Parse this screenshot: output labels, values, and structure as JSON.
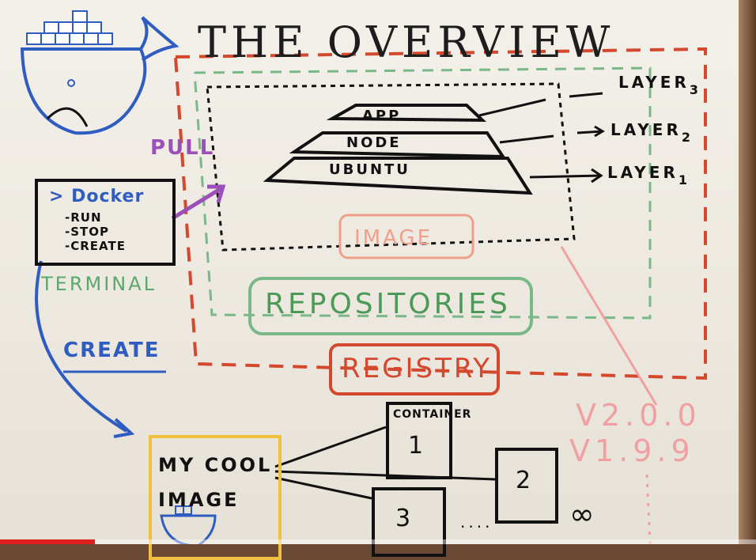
{
  "title": "THE OVERVIEW",
  "labels": {
    "pull": "PULL",
    "terminal": "TERMINAL",
    "create": "CREATE",
    "image": "IMAGE",
    "repositories": "REPOSITORIES",
    "registry": "REGISTRY"
  },
  "terminal_box": {
    "title": "> Docker",
    "commands": [
      "-RUN",
      "-STOP",
      "-CREATE"
    ]
  },
  "image_stack": [
    "APP",
    "NODE",
    "UBUNTU"
  ],
  "layers": [
    {
      "label": "LAYER",
      "sub": "3"
    },
    {
      "label": "LAYER",
      "sub": "2"
    },
    {
      "label": "LAYER",
      "sub": "1"
    }
  ],
  "versions": [
    "V2.0.0",
    "V1.9.9"
  ],
  "my_image": {
    "line1": "MY COOL",
    "line2": "IMAGE"
  },
  "containers": {
    "label": "CONTAINER",
    "items": [
      "1",
      "2",
      "3"
    ],
    "more": "....",
    "infinity": "∞"
  },
  "colors": {
    "registry": "#d4482e",
    "repositories": "#4d9a58",
    "image": "#f0a08a",
    "pull": "#9b4fb8",
    "create": "#2f5cc0",
    "whale": "#2f5cc0",
    "my_image_box": "#f0c040"
  },
  "icons": [
    "docker-whale-icon",
    "small-docker-whale-icon"
  ],
  "video": {
    "progress": 0.125
  }
}
